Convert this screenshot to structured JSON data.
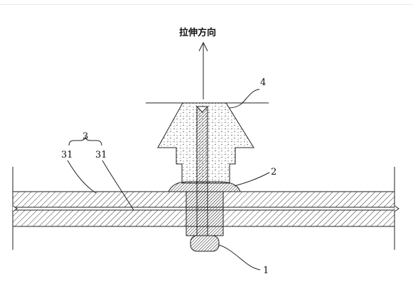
{
  "diagram": {
    "direction_label": "拉伸方向",
    "labels": {
      "one": "1",
      "two": "2",
      "three": "3",
      "thirty_one_a": "31",
      "thirty_one_b": "31",
      "four": "4"
    },
    "colors": {
      "line": "#222222",
      "hatch": "#333333",
      "speckle": "#555555",
      "background": "#ffffff"
    }
  }
}
